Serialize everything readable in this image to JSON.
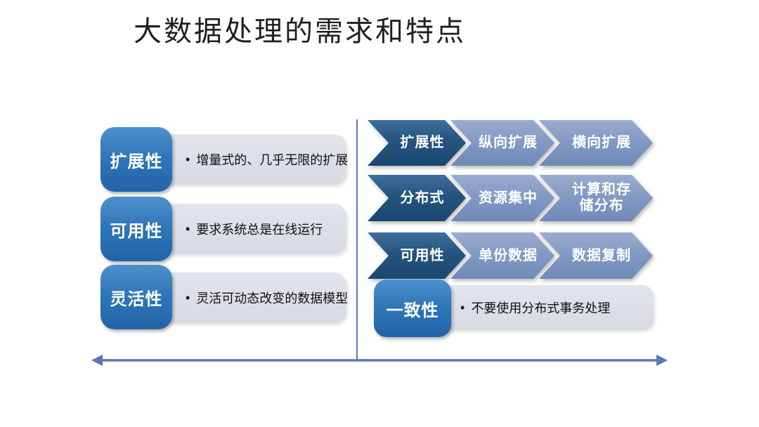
{
  "slide": {
    "title": "大数据处理的需求和特点",
    "bullet_char": "•"
  },
  "left_features": [
    {
      "label": "扩展性",
      "desc": "增量式的、几乎无限的扩展"
    },
    {
      "label": "可用性",
      "desc": "要求系统总是在线运行"
    },
    {
      "label": "灵活性",
      "desc": "灵活可动态改变的数据模型"
    }
  ],
  "right_flows": [
    {
      "steps": [
        "扩展性",
        "纵向扩展",
        "横向扩展"
      ]
    },
    {
      "steps": [
        "分布式",
        "资源集中",
        "计算和存\n储分布"
      ]
    },
    {
      "steps": [
        "可用性",
        "单份数据",
        "数据复制"
      ]
    }
  ],
  "consistency": {
    "label": "一致性",
    "desc": "不要使用分布式事务处理"
  },
  "colors": {
    "chevron_dark": "#24547E",
    "chevron_light": "#8098C2",
    "feature_box_blue": "#2E75B6",
    "pill_grey": "#D9DCE3",
    "arrow_line": "#5878AE",
    "title_text": "#1F1F1F"
  }
}
